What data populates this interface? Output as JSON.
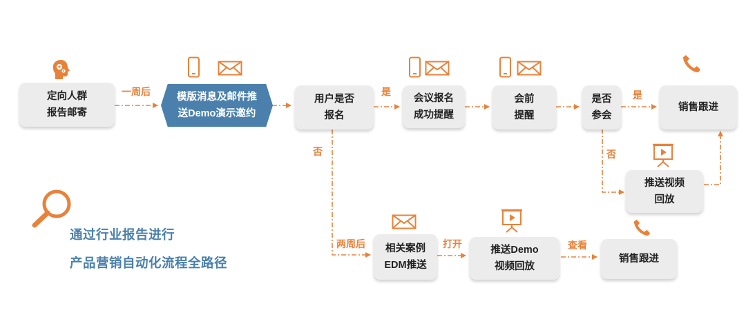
{
  "colors": {
    "accent": "#e8823a",
    "node_fill": "#ececec",
    "highlight_fill": "#4a80ab",
    "caption": "#4a80ab"
  },
  "nodes": {
    "targeted": {
      "line1": "定向人群",
      "line2": "报告邮寄"
    },
    "template": {
      "line1": "模版消息及邮件推",
      "line2": "送Demo演示邀约"
    },
    "signup": {
      "line1": "用户是否",
      "line2": "报名"
    },
    "success": {
      "line1": "会议报名",
      "line2": "成功提醒"
    },
    "pre": {
      "line1": "会前",
      "line2": "提醒"
    },
    "attend": {
      "line1": "是否",
      "line2": "参会"
    },
    "sales1": {
      "line1": "销售跟进"
    },
    "replay1": {
      "line1": "推送视频",
      "line2": "回放"
    },
    "cases": {
      "line1": "相关案例",
      "line2": "EDM推送"
    },
    "replay2": {
      "line1": "推送Demo",
      "line2": "视频回放"
    },
    "sales2": {
      "line1": "销售跟进"
    }
  },
  "edge_labels": {
    "week": "一周后",
    "yes1": "是",
    "yes2": "是",
    "no1": "否",
    "no2": "否",
    "two_weeks": "两周后",
    "open": "打开",
    "view": "查看"
  },
  "caption": {
    "line1": "通过行业报告进行",
    "line2": "产品营销自动化流程全路径"
  },
  "icons": [
    "head-gears-icon",
    "phone-icon",
    "mail-icon",
    "presentation-video-icon",
    "handset-icon",
    "magnifier-icon"
  ]
}
